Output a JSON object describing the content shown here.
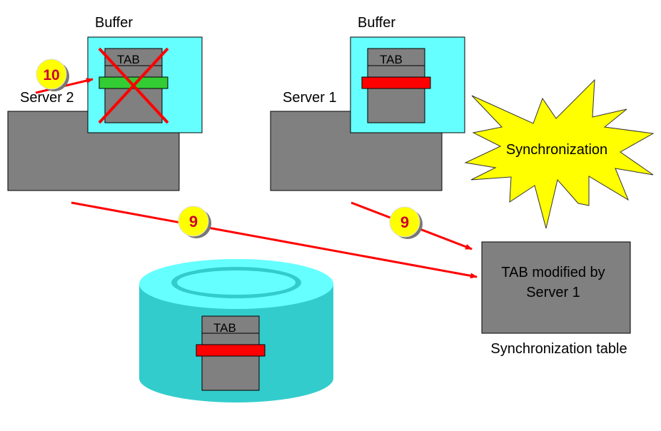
{
  "server2": {
    "label": "Server 2",
    "buffer_label": "Buffer",
    "tab_label": "TAB",
    "row_state": "invalidated",
    "row_color": "#33cc33"
  },
  "server1": {
    "label": "Server 1",
    "buffer_label": "Buffer",
    "tab_label": "TAB",
    "row_state": "modified",
    "row_color": "#ff0000"
  },
  "database": {
    "tab_label": "TAB",
    "row_color": "#ff0000"
  },
  "sync": {
    "burst_label": "Synchronization",
    "table_line1": "TAB modified by",
    "table_line2": "Server 1",
    "table_caption": "Synchronization table"
  },
  "steps": {
    "step9_left": "9",
    "step9_right": "9",
    "step10": "10"
  },
  "colors": {
    "buffer": "#66ffff",
    "server": "#808080",
    "arrow": "#ff0000",
    "burst": "#ffff00",
    "badge": "#ffff00",
    "cylinder_side": "#33cccc",
    "cylinder_top": "#66ffff"
  }
}
